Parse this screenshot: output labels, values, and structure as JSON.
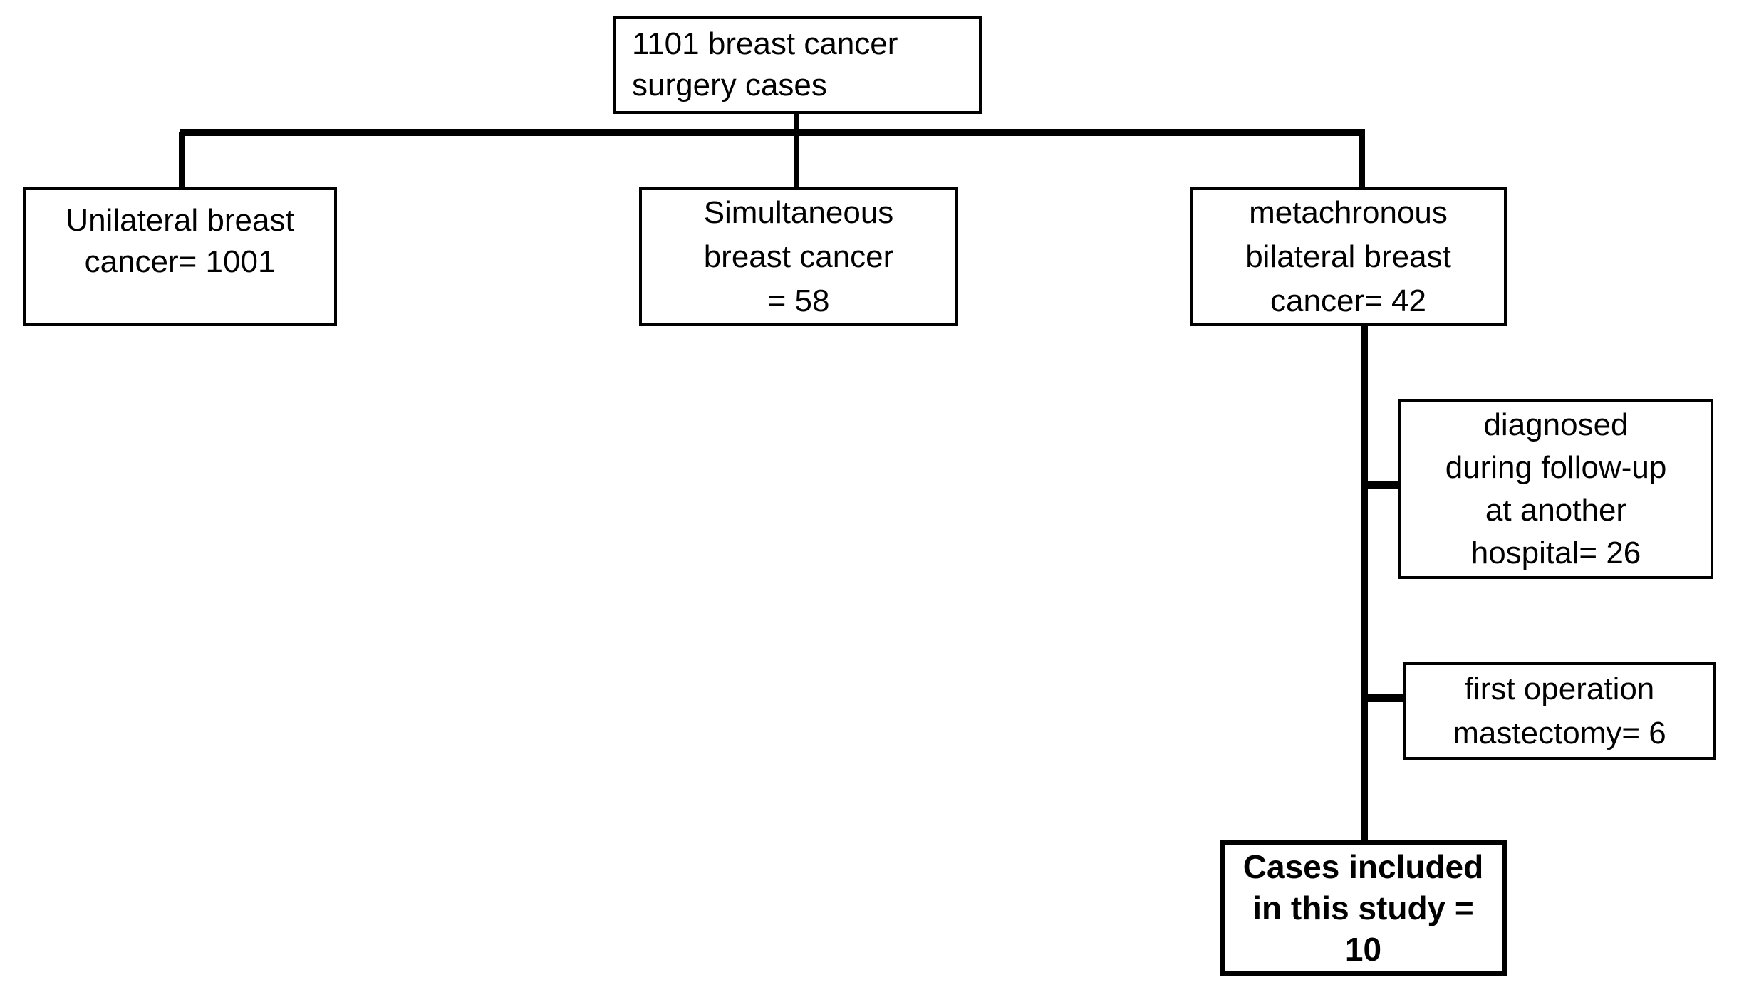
{
  "flowchart": {
    "description": "Patient selection flow diagram for breast cancer surgery cases",
    "colors": {
      "line": "#000000",
      "text": "#000000",
      "background": "#ffffff"
    },
    "nodes": {
      "total": {
        "text": "1101 breast cancer\nsurgery cases",
        "count": 1101
      },
      "unilateral": {
        "text": "Unilateral breast\ncancer= 1001",
        "count": 1001
      },
      "simultaneous": {
        "text": "Simultaneous\nbreast cancer\n= 58",
        "count": 58
      },
      "metachronous": {
        "text": "metachronous\nbilateral breast\ncancer= 42",
        "count": 42
      },
      "diagnosed_elsewhere": {
        "text": "diagnosed\nduring follow-up\nat another\nhospital= 26",
        "count": 26
      },
      "first_operation_mastectomy": {
        "text": "first operation\nmastectomy= 6",
        "count": 6
      },
      "included": {
        "text": "Cases included\nin this study =\n10",
        "count": 10
      }
    }
  }
}
